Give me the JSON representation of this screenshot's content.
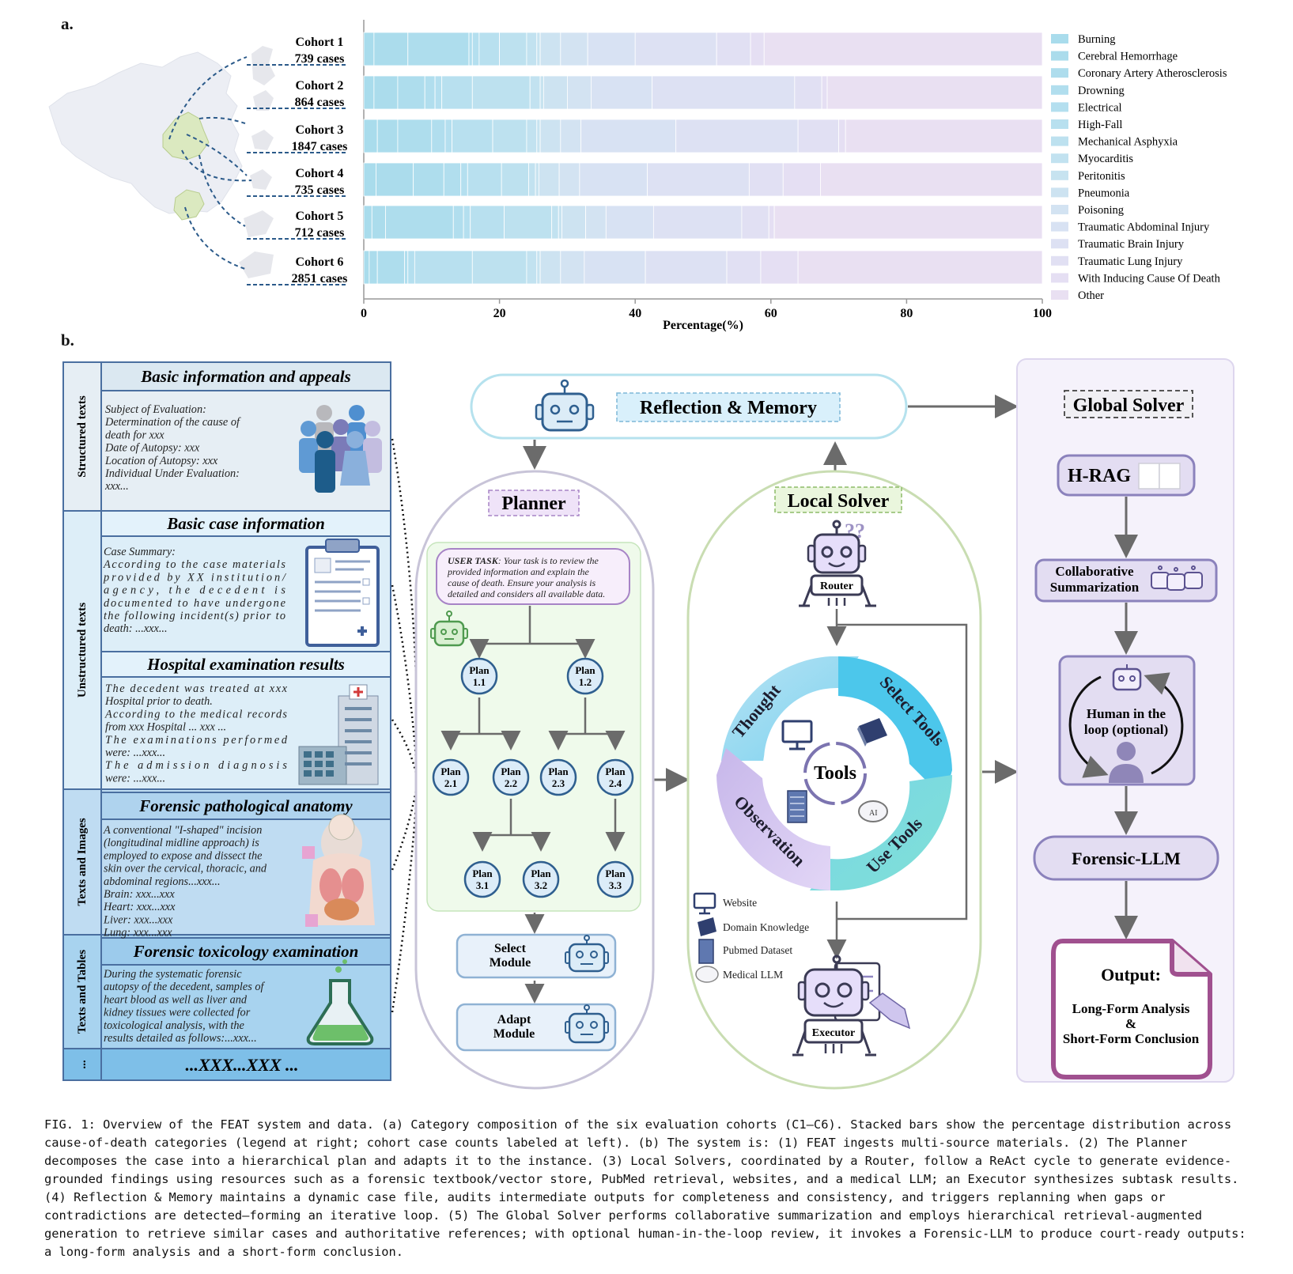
{
  "panel_a": {
    "label": "a.",
    "cohorts": [
      {
        "name": "Cohort 1",
        "cases": "739 cases"
      },
      {
        "name": "Cohort 2",
        "cases": "864 cases"
      },
      {
        "name": "Cohort 3",
        "cases": "1847 cases"
      },
      {
        "name": "Cohort 4",
        "cases": "735 cases"
      },
      {
        "name": "Cohort 5",
        "cases": "712 cases"
      },
      {
        "name": "Cohort 6",
        "cases": "2851 cases"
      }
    ]
  },
  "chart_data": {
    "type": "bar",
    "orientation": "horizontal-stacked",
    "xlabel": "Percentage(%)",
    "xlim": [
      0,
      100
    ],
    "xticks": [
      "0",
      "20",
      "40",
      "60",
      "80",
      "100"
    ],
    "categories": [
      "Cohort 1",
      "Cohort 2",
      "Cohort 3",
      "Cohort 4",
      "Cohort 5",
      "Cohort 6"
    ],
    "legend_position": "right",
    "series": [
      {
        "name": "Burning",
        "color": "#a9dcec",
        "values": [
          1.5,
          1.5,
          2.0,
          1.8,
          1.2,
          0.8
        ]
      },
      {
        "name": "Cerebral Hemorrhage",
        "color": "#abdcec",
        "values": [
          5.0,
          3.5,
          3.0,
          5.5,
          2.0,
          1.2
        ]
      },
      {
        "name": "Coronary Artery Atherosclerosis",
        "color": "#aedded",
        "values": [
          9.0,
          4.0,
          5.0,
          4.5,
          10.0,
          4.0
        ]
      },
      {
        "name": "Drowning",
        "color": "#b1deee",
        "values": [
          0.5,
          1.5,
          2.0,
          2.5,
          1.5,
          0.5
        ]
      },
      {
        "name": "Electrical",
        "color": "#b4dfef",
        "values": [
          1.0,
          1.0,
          1.0,
          1.0,
          1.0,
          1.0
        ]
      },
      {
        "name": "High-Fall",
        "color": "#b8e0ef",
        "values": [
          3.0,
          4.5,
          6.0,
          5.0,
          5.0,
          8.5
        ]
      },
      {
        "name": "Mechanical Asphyxia",
        "color": "#bde1ef",
        "values": [
          4.0,
          8.5,
          5.0,
          4.0,
          7.0,
          8.0
        ]
      },
      {
        "name": "Myocarditis",
        "color": "#c2e2f0",
        "values": [
          1.5,
          1.5,
          1.5,
          1.0,
          1.0,
          1.5
        ]
      },
      {
        "name": "Peritonitis",
        "color": "#c7e3f0",
        "values": [
          0.5,
          0.5,
          0.5,
          0.5,
          0.5,
          0.5
        ]
      },
      {
        "name": "Pneumonia",
        "color": "#cde3f1",
        "values": [
          3.0,
          3.5,
          3.0,
          3.0,
          3.5,
          3.0
        ]
      },
      {
        "name": "Poisoning",
        "color": "#d3e3f2",
        "values": [
          4.0,
          3.5,
          3.0,
          3.0,
          3.0,
          3.5
        ]
      },
      {
        "name": "Traumatic Abdominal Injury",
        "color": "#d8e2f3",
        "values": [
          7.0,
          9.0,
          14.0,
          10.0,
          7.0,
          9.0
        ]
      },
      {
        "name": "Traumatic Brain Injury",
        "color": "#dde1f3",
        "values": [
          12.0,
          21.0,
          18.0,
          15.0,
          13.0,
          12.0
        ]
      },
      {
        "name": "Traumatic Lung Injury",
        "color": "#e1e0f3",
        "values": [
          5.0,
          4.0,
          6.0,
          5.0,
          4.0,
          5.0
        ]
      },
      {
        "name": "With Inducing Cause Of Death",
        "color": "#e5dff3",
        "values": [
          2.0,
          0.8,
          1.0,
          5.5,
          0.8,
          5.5
        ]
      },
      {
        "name": "Other",
        "color": "#e9e0f2",
        "values": [
          41.0,
          31.7,
          29.0,
          32.7,
          39.5,
          36.0
        ]
      }
    ]
  },
  "panel_b": {
    "label": "b.",
    "left_column": {
      "side_labels": [
        "Structured texts",
        "Unstructured texts",
        "Texts and Images",
        "Texts and Tables",
        "..."
      ],
      "sections": [
        {
          "title": "Basic information and appeals",
          "lines": [
            "Subject of Evaluation:",
            "Determination of the cause of",
            "death for xxx",
            "Date of Autopsy: xxx",
            "Location of Autopsy: xxx",
            "Individual Under Evaluation:",
            "xxx..."
          ]
        },
        {
          "title": "Basic case information",
          "lines": [
            "Case Summary:",
            "According to the case materials",
            "provided by XX institution/",
            "agency, the decedent is",
            "documented to have undergone",
            "the following incident(s) prior to",
            "death: ...xxx..."
          ]
        },
        {
          "title": "Hospital examination results",
          "lines": [
            "The decedent was treated at xxx",
            "Hospital prior to death.",
            "According to the medical records",
            "from xxx Hospital ... xxx ...",
            "The examinations performed",
            "were: ...xxx...",
            "The admission diagnosis",
            "were: ...xxx..."
          ]
        },
        {
          "title": "Forensic pathological anatomy",
          "lines": [
            "A conventional \"I-shaped\" incision",
            "(longitudinal midline approach) is",
            "employed to expose and dissect the",
            "skin over the cervical, thoracic, and",
            "abdominal regions...xxx...",
            "Brain: xxx...xxx",
            "Heart: xxx...xxx",
            "Liver:  xxx...xxx",
            "Lung: xxx...xxx"
          ]
        },
        {
          "title": "Forensic toxicology examination",
          "lines": [
            "During the systematic forensic",
            "autopsy of the decedent, samples of",
            "heart blood as well as liver and",
            "kidney tissues were collected for",
            "toxicological analysis, with the",
            "results detailed as follows:...xxx..."
          ]
        }
      ],
      "footer": "...XXX...XXX ..."
    },
    "reflection": "Reflection & Memory",
    "planner": {
      "title": "Planner",
      "user_task_label": "USER TASK",
      "user_task_text": [
        ": Your task is to review the",
        "provided information and explain the",
        "cause of death. Ensure your analysis is",
        "detailed and considers all available data."
      ],
      "plans": [
        [
          "Plan",
          "1.1"
        ],
        [
          "Plan",
          "1.2"
        ],
        [
          "Plan",
          "2.1"
        ],
        [
          "Plan",
          "2.2"
        ],
        [
          "Plan",
          "2.3"
        ],
        [
          "Plan",
          "2.4"
        ],
        [
          "Plan",
          "3.1"
        ],
        [
          "Plan",
          "3.2"
        ],
        [
          "Plan",
          "3.3"
        ]
      ],
      "select_module": [
        "Select",
        "Module"
      ],
      "adapt_module": [
        "Adapt",
        "Module"
      ]
    },
    "local_solver": {
      "title": "Local Solver",
      "router": "Router",
      "executor": "Executor",
      "cycle": {
        "thought": "Thought",
        "select_tools": "Select Tools",
        "use_tools": "Use Tools",
        "observation": "Observation",
        "center": "Tools"
      },
      "resources": [
        "Website",
        "Domain Knowledge",
        "Pubmed Dataset",
        "Medical LLM"
      ]
    },
    "global_solver": {
      "title": "Global Solver",
      "hrag": "H-RAG",
      "collab": [
        "Collaborative",
        "Summarization"
      ],
      "human": [
        "Human in the",
        "loop (optional)"
      ],
      "forensic_llm": "Forensic-LLM",
      "output_title": "Output:",
      "output_lines": [
        "Long-Form Analysis",
        "&",
        "Short-Form Conclusion"
      ]
    }
  },
  "caption": "FIG. 1: Overview of the FEAT system and data. (a) Category composition of the six evaluation cohorts (C1–C6). Stacked bars show the percentage distribution across cause-of-death categories (legend at right; cohort case counts labeled at left). (b) The system is: (1) FEAT ingests multi-source materials. (2) The Planner decomposes the case into a hierarchical plan and adapts it to the instance. (3) Local Solvers, coordinated by a Router, follow a ReAct cycle to generate evidence-grounded findings using resources such as a forensic textbook/vector store, PubMed retrieval, websites, and a medical LLM; an Executor synthesizes subtask results. (4) Reflection & Memory maintains a dynamic case file, audits intermediate outputs for completeness and consistency, and triggers replanning when gaps or contradictions are detected—forming an iterative loop. (5) The Global Solver performs collaborative summarization and employs hierarchical retrieval-augmented generation to retrieve similar cases and authoritative references; with optional human-in-the-loop review, it invokes a Forensic-LLM to produce court-ready outputs: a long-form analysis and a short-form conclusion."
}
